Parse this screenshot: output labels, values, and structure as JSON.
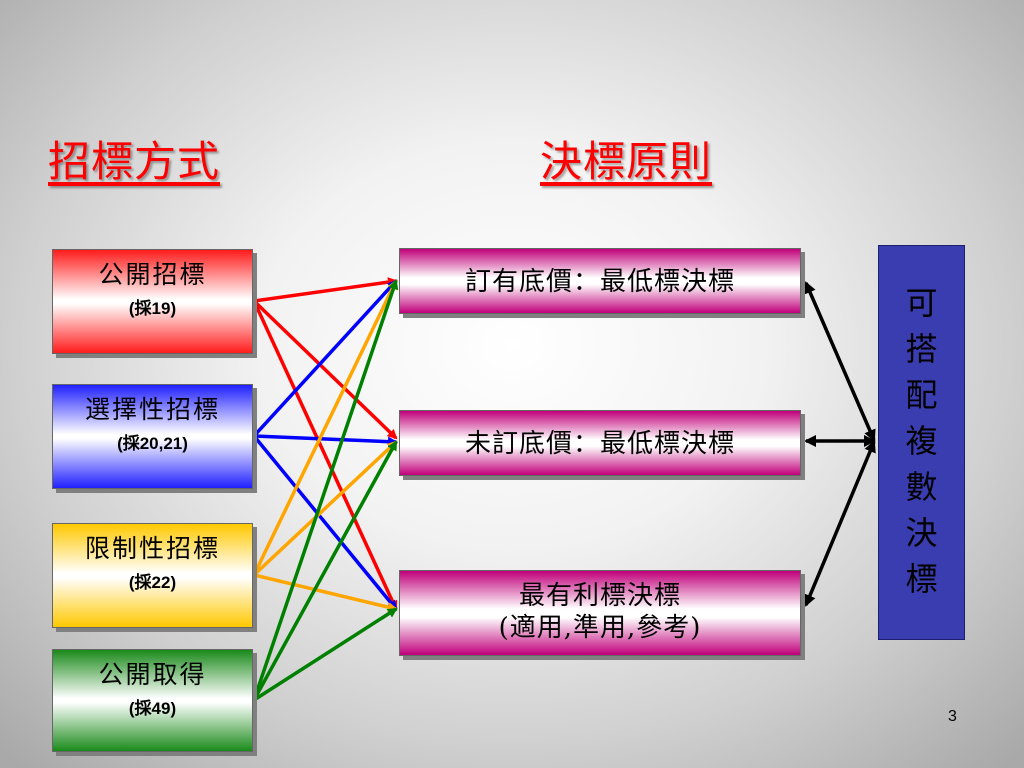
{
  "headings": {
    "left": "招標方式",
    "right": "決標原則"
  },
  "methods": [
    {
      "title": "公開招標",
      "sub": "(採19)"
    },
    {
      "title": "選擇性招標",
      "sub": "(採20,21)"
    },
    {
      "title": "限制性招標",
      "sub": "(採22)"
    },
    {
      "title": "公開取得",
      "sub": "(採49)"
    }
  ],
  "rules": [
    {
      "line1": "訂有底價：最低標決標"
    },
    {
      "line1": "未訂底價：最低標決標"
    },
    {
      "line1": "最有利標決標",
      "line2": "(適用,準用,參考)"
    }
  ],
  "combo_chars": [
    "可",
    "搭",
    "配",
    "複",
    "數",
    "決",
    "標"
  ],
  "page_number": "3",
  "colors": {
    "heading": "#ff0000",
    "method_colors": [
      "#ff0000",
      "#0000ff",
      "#ffa500",
      "#008000"
    ],
    "rule_accent": "#c0007a",
    "combo_bg": "#3a3db0"
  },
  "connections": [
    {
      "from": "公開招標",
      "to": [
        "訂有底價：最低標決標",
        "未訂底價：最低標決標",
        "最有利標決標"
      ]
    },
    {
      "from": "選擇性招標",
      "to": [
        "訂有底價：最低標決標",
        "未訂底價：最低標決標",
        "最有利標決標"
      ]
    },
    {
      "from": "限制性招標",
      "to": [
        "訂有底價：最低標決標",
        "未訂底價：最低標決標",
        "最有利標決標"
      ]
    },
    {
      "from": "公開取得",
      "to": [
        "訂有底價：最低標決標",
        "未訂底價：最低標決標",
        "最有利標決標"
      ]
    }
  ]
}
